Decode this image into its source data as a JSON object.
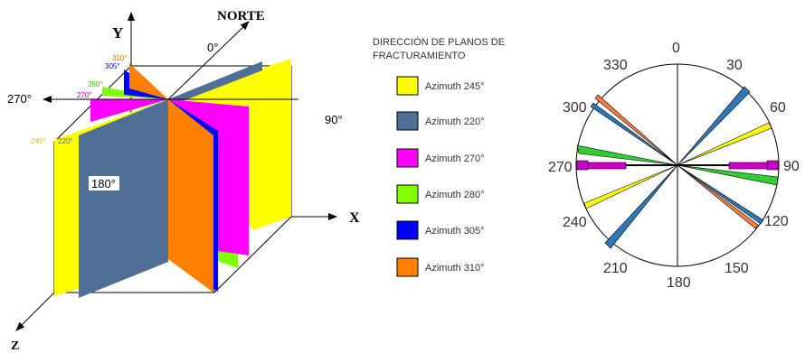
{
  "block": {
    "y_label": "Y",
    "x_label": "X",
    "z_label": "Z",
    "north_label": "NORTE",
    "deg_0": "0°",
    "deg_90": "90°",
    "deg_270": "270°",
    "deg_180": "180°",
    "plane_tags": {
      "p310": "310°",
      "p305": "305°",
      "p280": "280°",
      "p270": "270°",
      "p245": "245°",
      "p220": "220°"
    }
  },
  "legend": {
    "title_line1": "DIRECCIÓN DE PLANOS DE",
    "title_line2": "FRACTURAMIENTO",
    "items": [
      {
        "label": "Azimuth 245°",
        "color": "#ffff00"
      },
      {
        "label": "Azimuth 220°",
        "color": "#4f6f96"
      },
      {
        "label": "Azimuth 270°",
        "color": "#ff00ff"
      },
      {
        "label": "Azimuth 280°",
        "color": "#80ff00"
      },
      {
        "label": "Azimuth 305°",
        "color": "#0000ff"
      },
      {
        "label": "Azimuth 310°",
        "color": "#ff8000"
      }
    ]
  },
  "rose": {
    "labels": [
      "0",
      "30",
      "60",
      "90",
      "120",
      "150",
      "180",
      "210",
      "240",
      "270",
      "300",
      "330"
    ],
    "colors": {
      "yellow": "#ffff00",
      "steel": "#2f79b8",
      "magenta": "#cc00cc",
      "green": "#33cc33",
      "orange": "#ff8040"
    }
  }
}
